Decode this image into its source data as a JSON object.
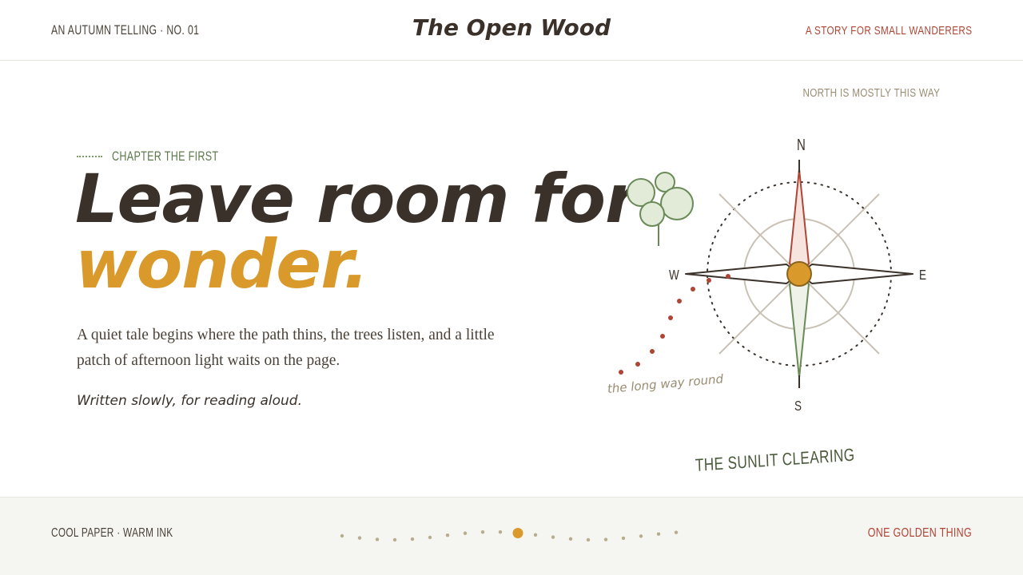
{
  "header": {
    "left": "AN AUTUMN TELLING · NO. 01",
    "title": "The Open Wood",
    "right": "A STORY FOR SMALL WANDERERS"
  },
  "hero": {
    "chapter": "CHAPTER THE FIRST",
    "headline_line1": "Leave room for",
    "headline_line2": "wonder.",
    "body": "A quiet tale begins where the path thins, the trees listen, and a little patch of afternoon light waits on the page.",
    "tagline": "Written slowly, for reading aloud."
  },
  "map": {
    "north_note": "NORTH IS MOSTLY THIS WAY",
    "compass": {
      "n": "N",
      "s": "S",
      "e": "E",
      "w": "W"
    },
    "path_label": "the long way round",
    "clearing": "THE SUNLIT CLEARING"
  },
  "footer": {
    "left": "COOL PAPER · WARM INK",
    "right": "ONE GOLDEN THING",
    "trail_dots": 20,
    "golden_dot_index": 10
  },
  "colors": {
    "ink": "#3a322a",
    "gold": "#d99a2b",
    "rust": "#b04535",
    "moss": "#5c7a4b",
    "paper": "#f5f5f2"
  }
}
